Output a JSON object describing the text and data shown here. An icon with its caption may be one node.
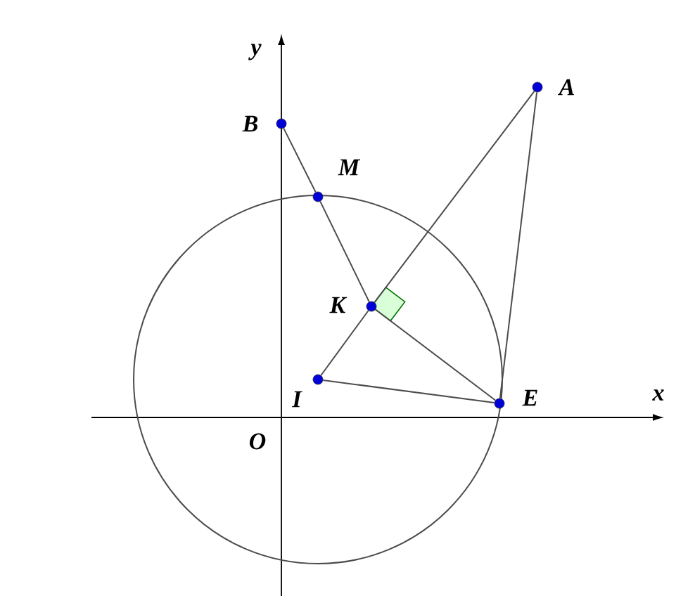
{
  "diagram": {
    "nodes": [
      {
        "text": [
          "B"
        ]
      },
      {
        "text": [
          "M"
        ]
      },
      {
        "text": [
          "K"
        ]
      },
      {
        "text": [
          "I"
        ]
      },
      {
        "text": [
          "E"
        ]
      },
      {
        "text": [
          "A"
        ]
      }
    ],
    "edges": [
      {
        "from": 0,
        "to": 1,
        "arrow": "none"
      },
      {
        "from": 1,
        "to": 2,
        "arrow": "none"
      },
      {
        "from": 2,
        "to": 4,
        "arrow": "none"
      },
      {
        "from": 3,
        "to": 2,
        "arrow": "none"
      },
      {
        "from": 2,
        "to": 5,
        "arrow": "none"
      },
      {
        "from": 5,
        "to": 4,
        "arrow": "none"
      },
      {
        "from": 3,
        "to": 4,
        "arrow": "none"
      }
    ],
    "labels": [
      "y",
      "x",
      "O"
    ]
  }
}
